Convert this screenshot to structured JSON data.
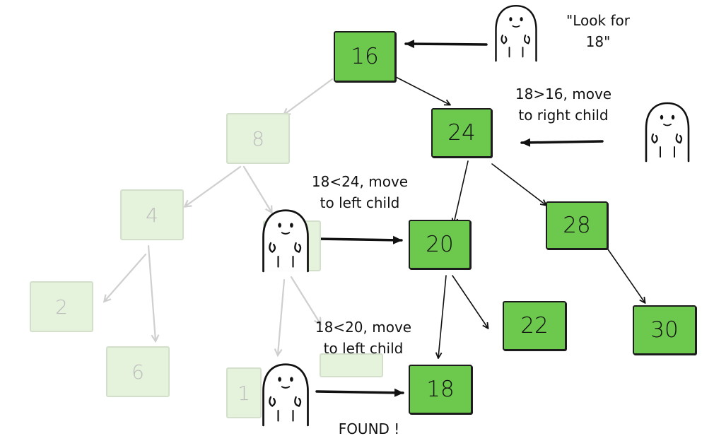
{
  "nodes": [
    {
      "id": "n16",
      "label": "16",
      "state": "active"
    },
    {
      "id": "n24",
      "label": "24",
      "state": "active"
    },
    {
      "id": "n28",
      "label": "28",
      "state": "active"
    },
    {
      "id": "n20",
      "label": "20",
      "state": "active"
    },
    {
      "id": "n22",
      "label": "22",
      "state": "active"
    },
    {
      "id": "n30",
      "label": "30",
      "state": "active"
    },
    {
      "id": "n18",
      "label": "18",
      "state": "active"
    },
    {
      "id": "n8",
      "label": "8",
      "state": "faded"
    },
    {
      "id": "n4",
      "label": "4",
      "state": "faded"
    },
    {
      "id": "n2",
      "label": "2",
      "state": "faded"
    },
    {
      "id": "n6",
      "label": "6",
      "state": "faded"
    },
    {
      "id": "n12",
      "label": "",
      "state": "faded"
    },
    {
      "id": "n10",
      "label": "1",
      "state": "faded"
    },
    {
      "id": "n14",
      "label": "",
      "state": "faded"
    }
  ],
  "edges": [
    {
      "from": "n16",
      "to": "n24",
      "state": "active"
    },
    {
      "from": "n24",
      "to": "n20",
      "state": "active"
    },
    {
      "from": "n24",
      "to": "n28",
      "state": "active"
    },
    {
      "from": "n28",
      "to": "n30",
      "state": "active"
    },
    {
      "from": "n20",
      "to": "n18",
      "state": "active"
    },
    {
      "from": "n20",
      "to": "n22",
      "state": "active"
    },
    {
      "from": "n16",
      "to": "n8",
      "state": "faded"
    },
    {
      "from": "n8",
      "to": "n4",
      "state": "faded"
    },
    {
      "from": "n8",
      "to": "n12",
      "state": "faded"
    },
    {
      "from": "n4",
      "to": "n2",
      "state": "faded"
    },
    {
      "from": "n4",
      "to": "n6",
      "state": "faded"
    },
    {
      "from": "n12",
      "to": "n10",
      "state": "faded"
    },
    {
      "from": "n12",
      "to": "n14",
      "state": "faded"
    }
  ],
  "annotations": {
    "start": "\"Look for\n18\"",
    "step1": "18>16, move\nto right child",
    "step2": "18<24, move\nto left child",
    "step3": "18<20, move\nto left child",
    "found": "FOUND !"
  },
  "colors": {
    "active_fill": "#6cc94e",
    "active_border": "#1c1c1c",
    "faded_fill": "#e5f3dc",
    "faded_border": "#d3dfcb",
    "faded_text": "#bcbcbc",
    "faded_edge": "#cfcfcf",
    "ink": "#111111"
  }
}
